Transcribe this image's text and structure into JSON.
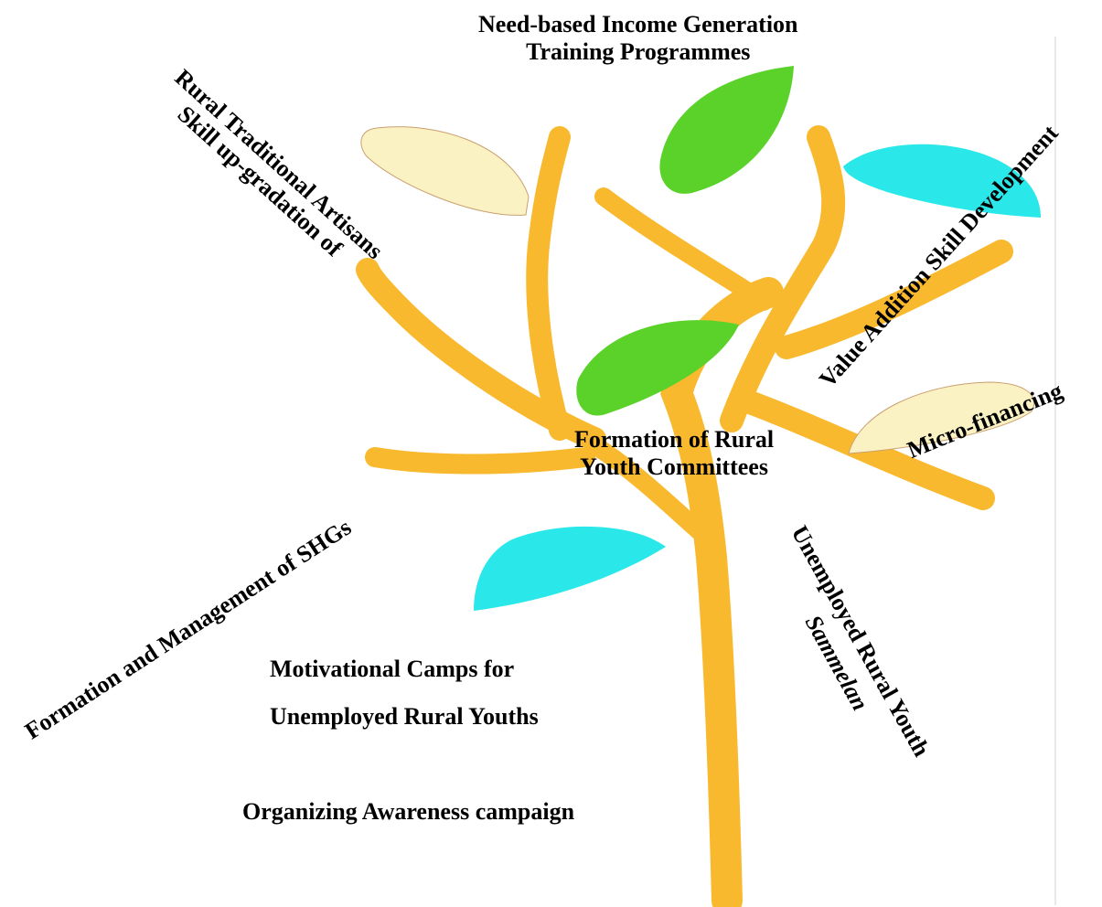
{
  "colors": {
    "branch": "#f9b92f",
    "leaf_green": "#5ad22a",
    "leaf_cyan": "#2ae8ea",
    "leaf_cream": "#fbf2c4"
  },
  "labels": {
    "income": [
      "Need-based Income Generation",
      "Training Programmes"
    ],
    "skill_upgradation": [
      "Skill up-gradation of",
      "Rural Traditional Artisans"
    ],
    "value_addition": "Value Addition Skill Development",
    "micro_financing": "Micro-financing",
    "rural_youth_committees": [
      "Formation of Rural",
      "Youth Committees"
    ],
    "shgs": "Formation and Management of SHGs",
    "sammelan": [
      "Unemployed Rural Youth",
      "Sammelan"
    ],
    "motivational_camps": [
      "Motivational Camps for",
      "Unemployed Rural Youths"
    ],
    "awareness": "Organizing Awareness campaign"
  }
}
